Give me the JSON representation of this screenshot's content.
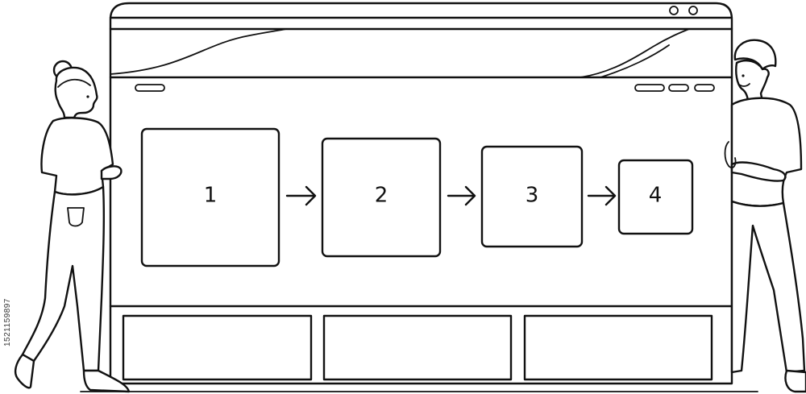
{
  "steps": [
    {
      "number": "1"
    },
    {
      "number": "2"
    },
    {
      "number": "3"
    },
    {
      "number": "4"
    }
  ],
  "watermark_id": "1521159897",
  "colors": {
    "ink": "#111111",
    "background": "#ffffff"
  }
}
